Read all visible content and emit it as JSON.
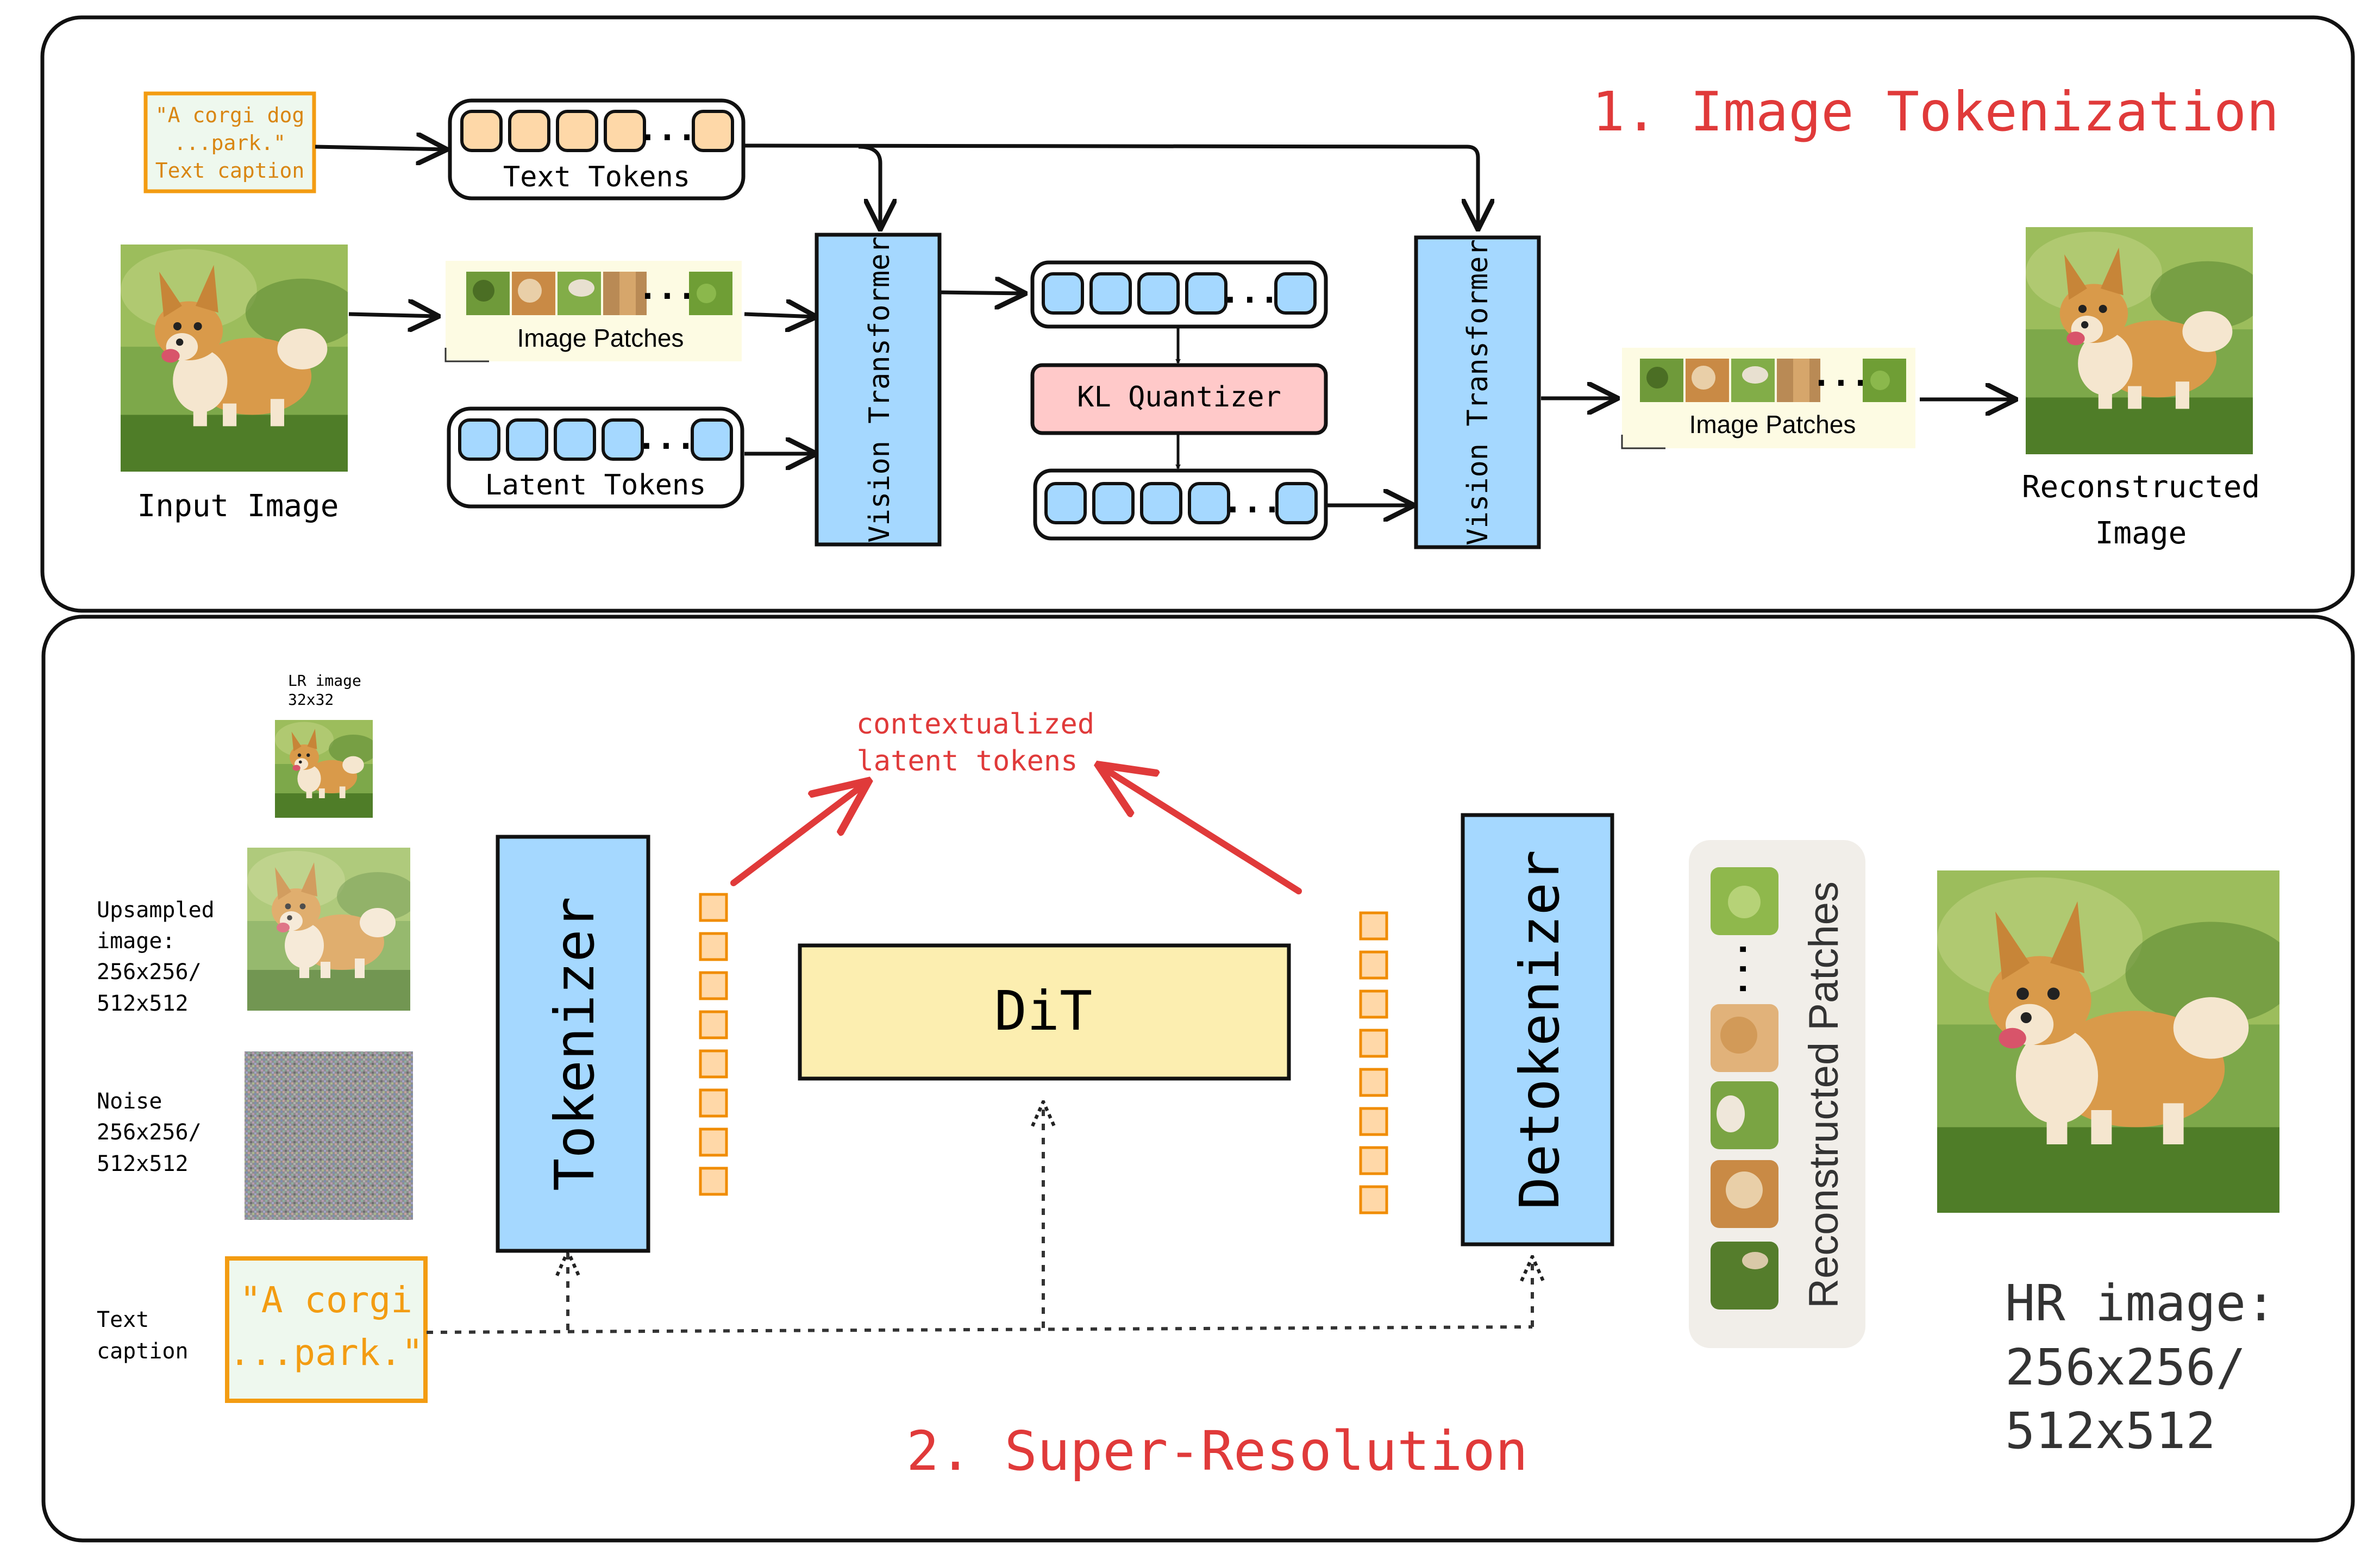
{
  "colors": {
    "title_red": "#e03a3a",
    "caption_orange": "#f39c12",
    "caption_fill": "#eef8ee",
    "text_token_fill": "#fed8a8",
    "latent_token_fill": "#a5d8ff",
    "vit_fill": "#a5d8ff",
    "quantizer_fill": "#ffc9c9",
    "patch_strip_fill": "#fdfbe3",
    "dit_fill": "#fceeb0",
    "sr_token_fill": "#ffd8a8",
    "sr_token_stroke": "#f08c00",
    "recon_panel_fill": "#f1eee9"
  },
  "section1": {
    "title": "1. Image Tokenization",
    "caption": [
      "\"A corgi dog",
      "...park.\"",
      "Text caption"
    ],
    "text_tokens_label": "Text Tokens",
    "image_patches_label": "Image Patches",
    "latent_tokens_label": "Latent Tokens",
    "input_image_label": "Input Image",
    "vit_left_label": "Vision Transformer",
    "vit_right_label": "Vision Transformer",
    "quantizer_label": "KL Quantizer",
    "output_patches_label": "Image Patches",
    "reconstructed_label": [
      "Reconstructed",
      "Image"
    ],
    "ellipsis": "..."
  },
  "section2": {
    "title": "2. Super-Resolution",
    "lr_label": [
      "LR image",
      "32x32"
    ],
    "upsampled_label": [
      "Upsampled",
      "image:",
      "256x256/",
      "512x512"
    ],
    "noise_label": [
      "Noise",
      "256x256/",
      "512x512"
    ],
    "text_caption_label": [
      "Text",
      "caption"
    ],
    "caption_box": [
      "\"A corgi",
      "...park.\""
    ],
    "tokenizer_label": "Tokenizer",
    "detokenizer_label": "Detokenizer",
    "dit_label": "DiT",
    "contextualized_label": [
      "contextualized",
      "latent tokens"
    ],
    "reconstructed_patches_label": "Reconstructed Patches",
    "recon_ellipsis": "...",
    "hr_label": [
      "HR image:",
      "256x256/",
      "512x512"
    ]
  }
}
